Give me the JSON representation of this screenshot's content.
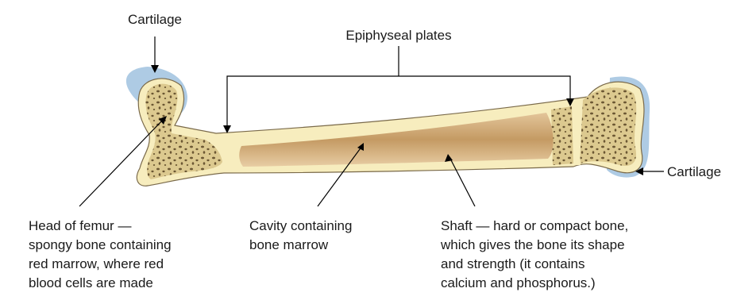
{
  "labels": {
    "cartilage_top": "Cartilage",
    "epiphyseal_plates": "Epiphyseal plates",
    "cartilage_right": "Cartilage",
    "head_of_femur": [
      "Head of femur —",
      "spongy bone containing",
      "red marrow, where red",
      "blood cells are made"
    ],
    "cavity": [
      "Cavity containing",
      "bone marrow"
    ],
    "shaft": [
      "Shaft — hard or compact bone,",
      "which gives the bone its shape",
      "and strength (it contains",
      "calcium and phosphorus.)"
    ]
  },
  "colors": {
    "cartilage": "#aecbe4",
    "bone_cream": "#f7edbe",
    "spongy_bone": "#dcc98f",
    "marrow_cavity": "#c9a06a",
    "outline": "#7a6a4a",
    "line": "#000000"
  }
}
